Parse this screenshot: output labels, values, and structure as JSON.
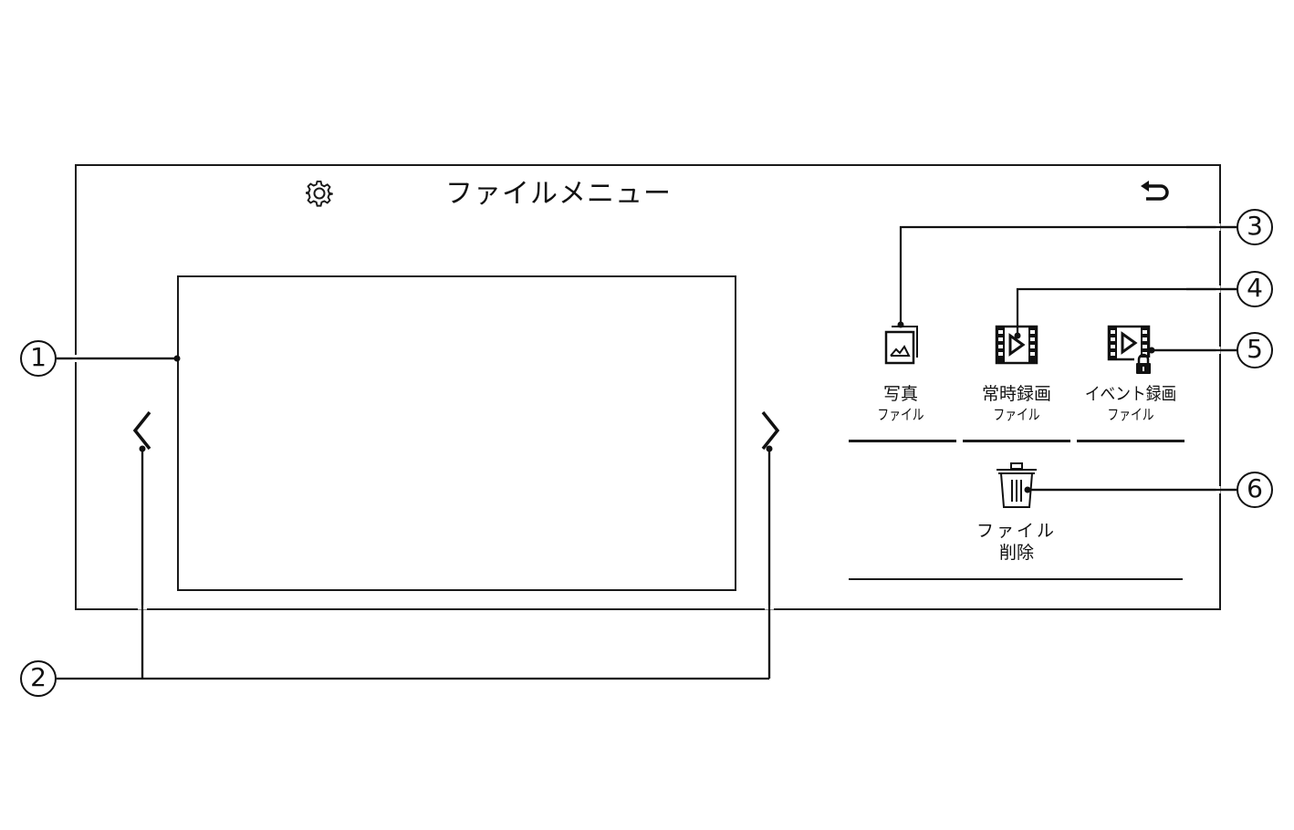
{
  "header": {
    "title": "ファイルメニュー",
    "settings_icon": "gear-icon",
    "back_icon": "back-arrow-icon"
  },
  "preview": {
    "label": "preview-area",
    "prev_icon": "chevron-left-icon",
    "next_icon": "chevron-right-icon"
  },
  "menu": {
    "items": [
      {
        "icon": "photo-icon",
        "line1": "写真",
        "line2": "ファイル"
      },
      {
        "icon": "video-file-icon",
        "line1": "常時録画",
        "line2": "ファイル"
      },
      {
        "icon": "locked-video-file-icon",
        "line1": "イベント録画",
        "line2": "ファイル"
      },
      {
        "icon": "trash-icon",
        "line1": "ファイル",
        "line2": "削除"
      }
    ]
  },
  "callouts": {
    "c1": "1",
    "c2": "2",
    "c3": "3",
    "c4": "4",
    "c5": "5",
    "c6": "6"
  },
  "colors": {
    "line": "#1a1a1a",
    "background": "#ffffff"
  }
}
